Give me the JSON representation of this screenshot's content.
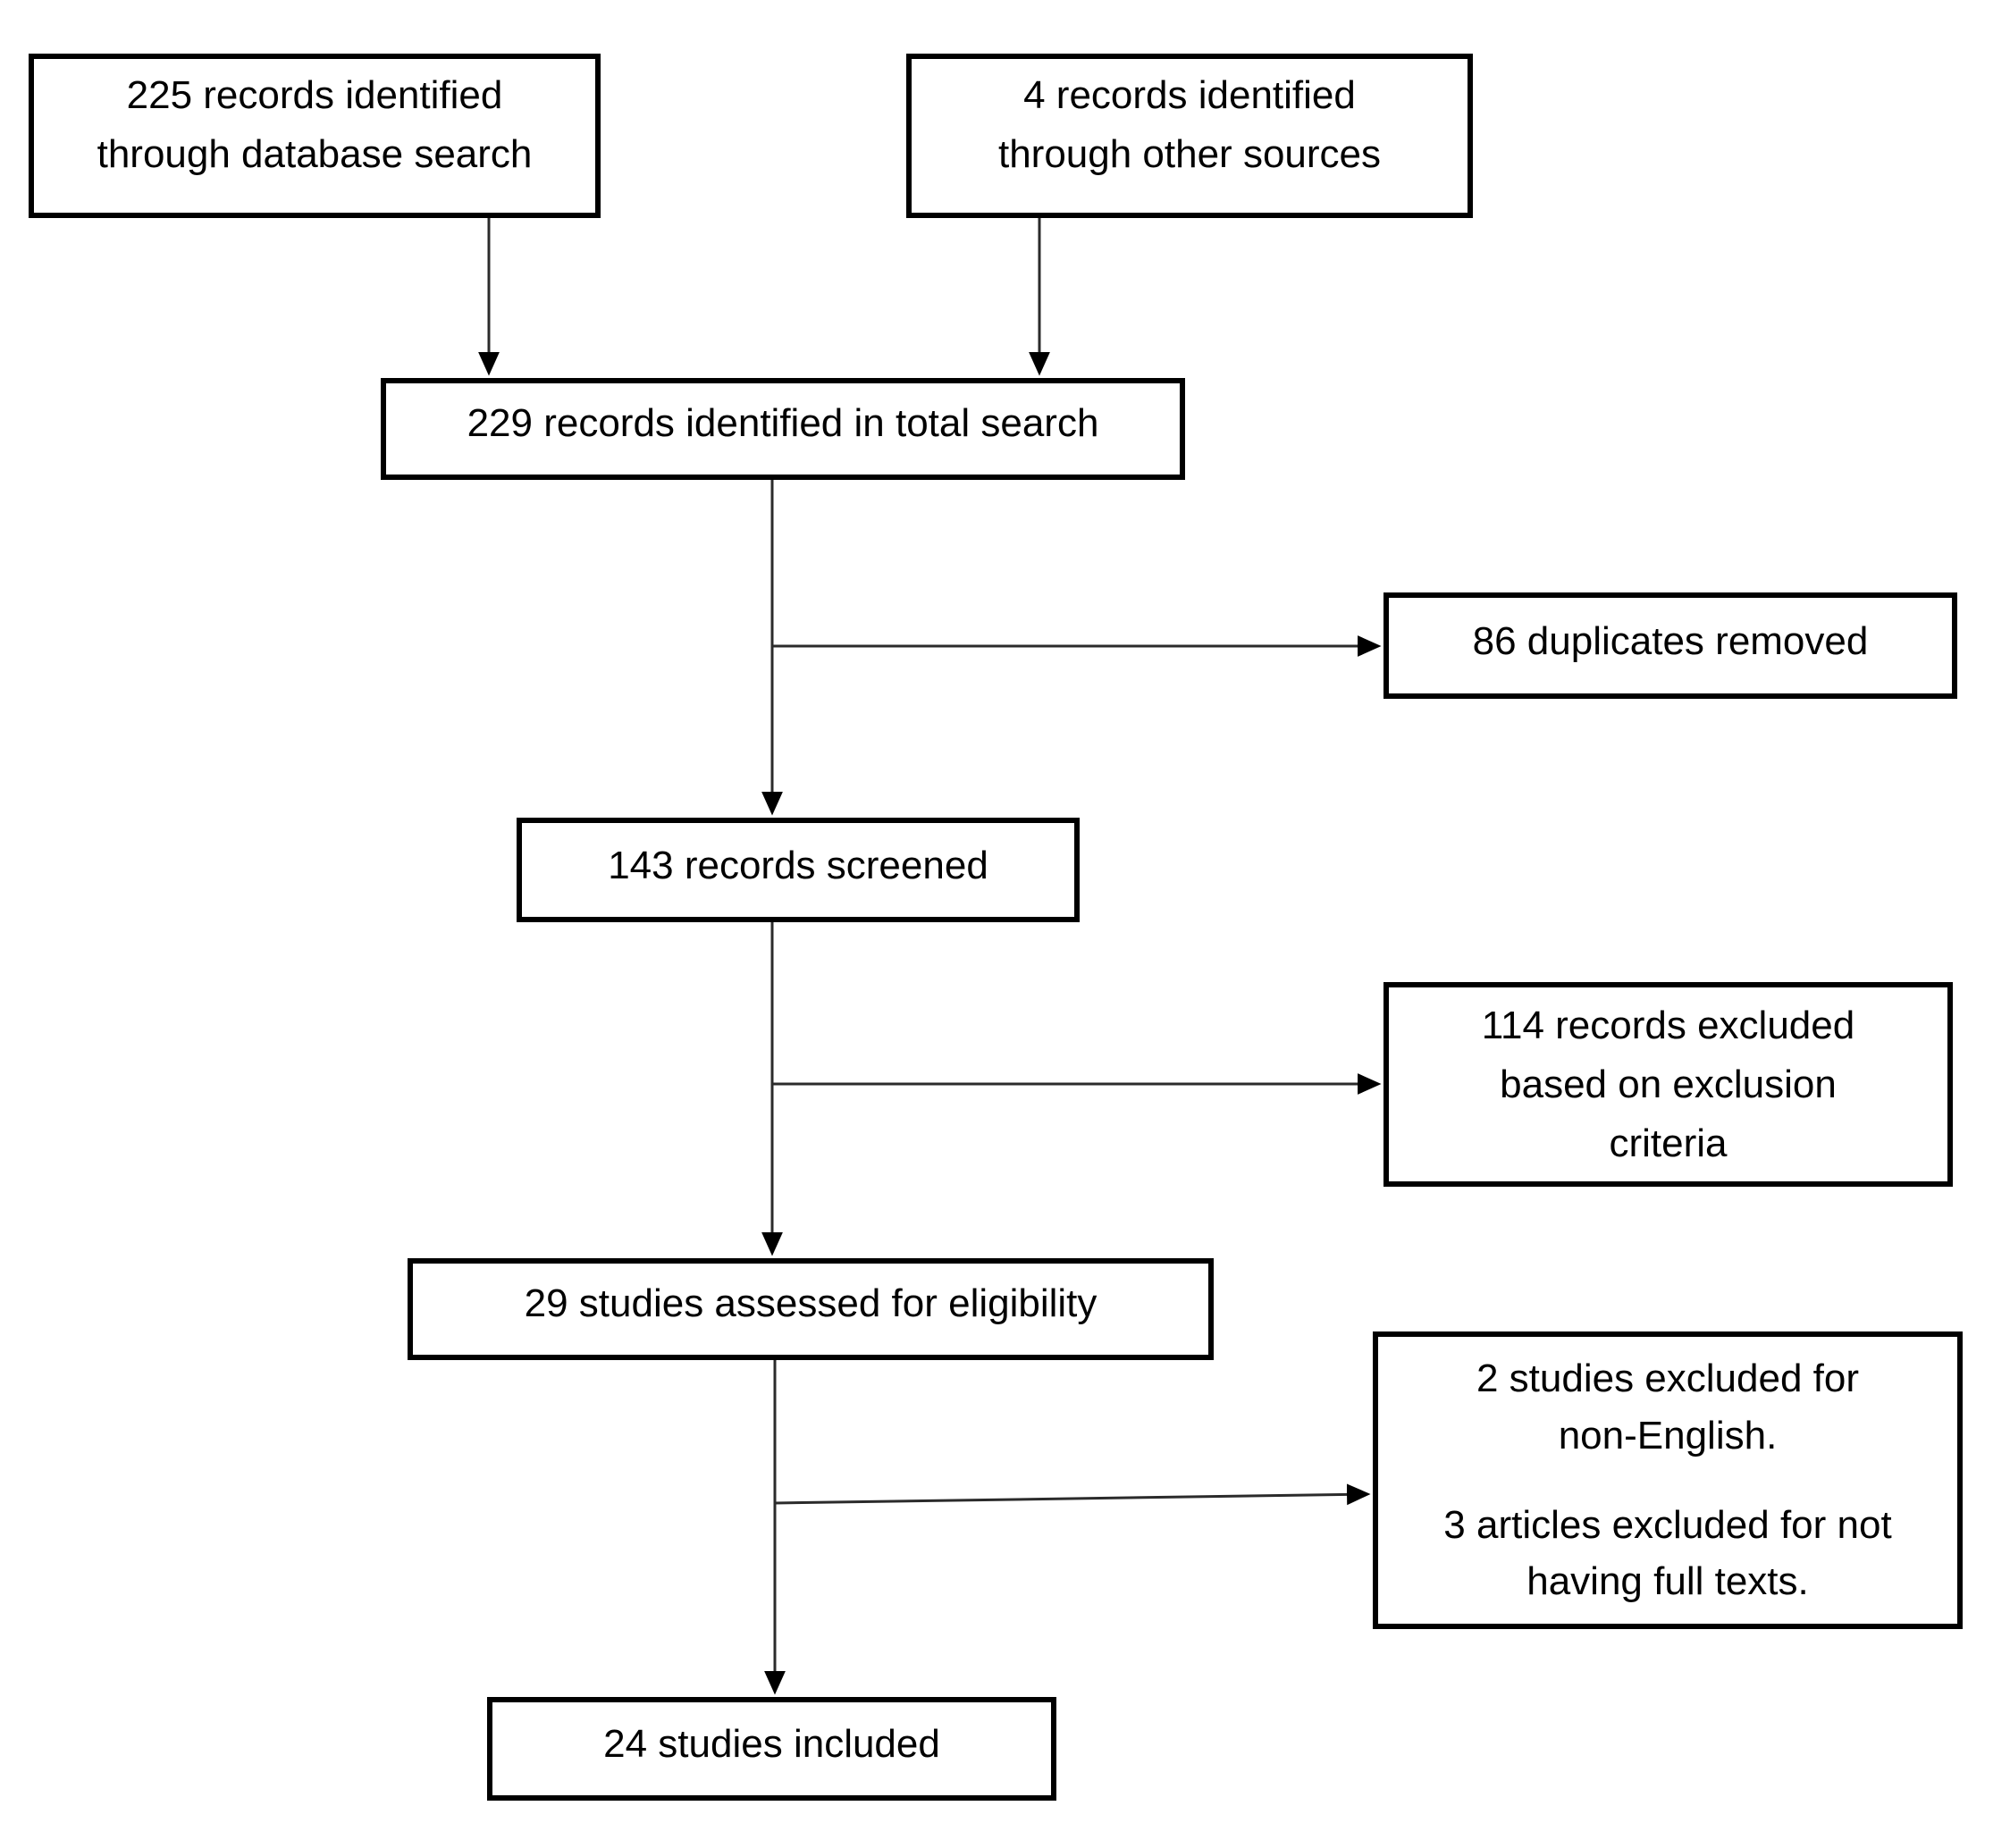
{
  "colors": {
    "background": "#ffffff",
    "box_border": "#000000",
    "text": "#000000",
    "connector": "#2b2b2b",
    "arrowhead": "#000000"
  },
  "boxes": {
    "records_database": "225 records identified\nthrough database search",
    "records_other_sources": "4 records identified\nthrough other sources",
    "records_total": "229 records identified in total search",
    "duplicates_removed": "86 duplicates removed",
    "records_screened": "143 records screened",
    "records_excluded": "114 records excluded\nbased on exclusion\ncriteria",
    "studies_assessed": "29 studies assessed for eligibility",
    "fulltext_exclusions": {
      "paragraph1": "2 studies excluded for\nnon-English.",
      "paragraph2": "3 articles excluded for not\nhaving full texts."
    },
    "studies_included": "24 studies included"
  },
  "edges": [
    {
      "from": "records_database",
      "to": "records_total"
    },
    {
      "from": "records_other_sources",
      "to": "records_total"
    },
    {
      "from": "records_total",
      "to": "duplicates_removed"
    },
    {
      "from": "records_total",
      "to": "records_screened"
    },
    {
      "from": "records_screened",
      "to": "records_excluded"
    },
    {
      "from": "records_screened",
      "to": "studies_assessed"
    },
    {
      "from": "studies_assessed",
      "to": "fulltext_exclusions"
    },
    {
      "from": "studies_assessed",
      "to": "studies_included"
    }
  ]
}
